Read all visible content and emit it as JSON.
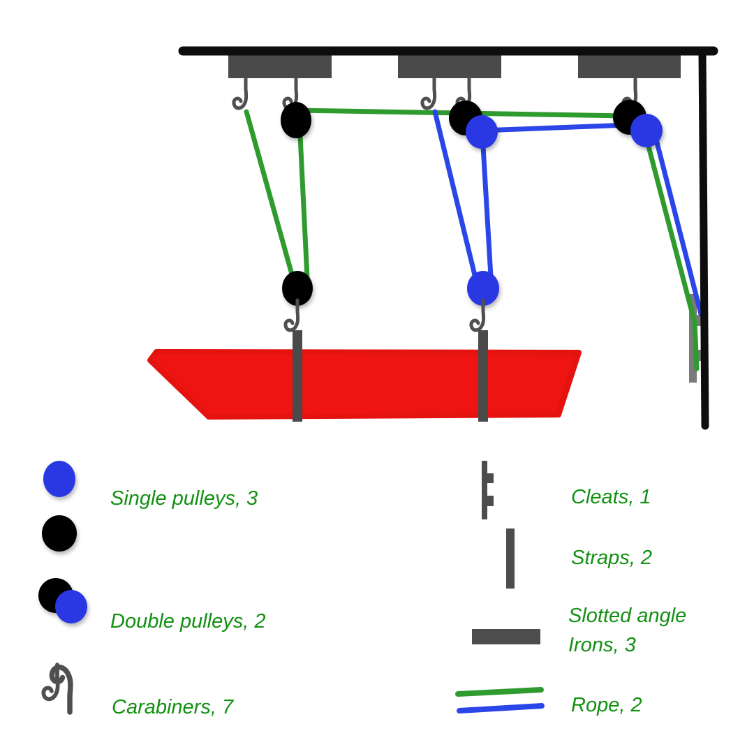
{
  "diagram": {
    "description": "Ceiling-mounted pulley hoist system lifting a red kayak",
    "parts": {
      "slotted_angle_irons": 3,
      "single_pulleys": 3,
      "double_pulleys": 2,
      "carabiners": 7,
      "cleats": 1,
      "straps": 2,
      "ropes": 2
    }
  },
  "legend": {
    "single_pulleys": "Single pulleys, 3",
    "double_pulleys": "Double pulleys, 2",
    "carabiners": "Carabiners, 7",
    "cleats": "Cleats, 1",
    "straps": "Straps, 2",
    "irons_line1": "Slotted angle",
    "irons_line2": "Irons, 3",
    "rope": "Rope, 2"
  },
  "icons": {
    "single_pulley_blue": "filled-blue-circle",
    "single_pulley_black": "filled-black-circle",
    "double_pulley": "overlapping-black-and-blue-circles",
    "carabiner": "s-hook-glyph",
    "cleat": "vertical-bar-with-two-horns",
    "strap": "vertical-gray-bar",
    "slotted_angle_iron": "gray-rectangle",
    "rope_green": "green-line",
    "rope_blue": "blue-line"
  },
  "colors": {
    "frame_black": "#0d0d0d",
    "iron_gray": "#4a4a4a",
    "hook_gray": "#4f4f4f",
    "cleat_gray": "#7a7a7a",
    "legend_gray": "#4d4d4d",
    "rope_green": "#2f9b2f",
    "rope_blue": "#2b46e8",
    "pulley_blue": "#2a38e4",
    "pulley_black": "#050505",
    "kayak_red": "#ee1411",
    "label_green": "#129012"
  }
}
